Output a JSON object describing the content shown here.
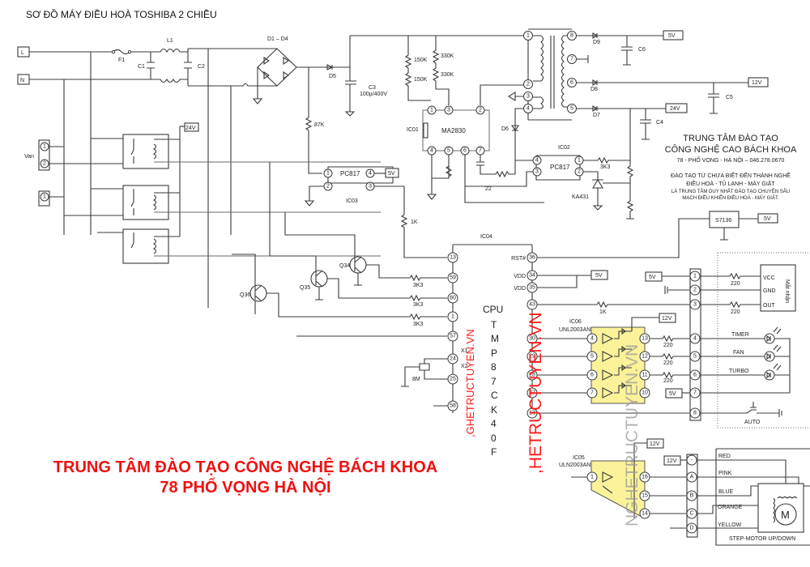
{
  "title": "SƠ ĐỒ MÁY ĐIỀU HOÀ TOSHIBA 2 CHIỀU",
  "input_terminals": {
    "live": "L",
    "neutral": "N"
  },
  "filter": {
    "fuse": "F1",
    "inductor": "L1",
    "cap1": "C1",
    "cap2": "C2"
  },
  "rectifier": {
    "bridge": "D1 – D4",
    "diode": "D5",
    "cap": "C3",
    "cap_value": "100µ/400V",
    "resistor": "87K"
  },
  "smps": {
    "resistors": [
      "150K",
      "150K",
      "330K",
      "330K"
    ],
    "ic_label": "IC01",
    "ic_name": "MA2830",
    "ic_pins": [
      "1",
      "3",
      "2",
      "4",
      "5",
      "6",
      "7"
    ],
    "diode": "D6",
    "res22": "22"
  },
  "transformer": {
    "pins_primary": [
      "1",
      "2",
      "3",
      "4"
    ],
    "pins_secondary": [
      "8",
      "7",
      "6",
      "5"
    ],
    "outputs": [
      {
        "diode": "D9",
        "cap": "C6",
        "voltage": "5V"
      },
      {
        "diode": "D8",
        "cap": "C5",
        "voltage": "12V"
      },
      {
        "diode": "D7",
        "cap": "C4",
        "voltage": "24V"
      }
    ]
  },
  "feedback": {
    "ic_label": "IC02",
    "ic_name": "PC817",
    "pins": [
      "4",
      "3",
      "1",
      "2"
    ],
    "res": "3K3",
    "shunt": "KA431"
  },
  "opto3": {
    "ic_label": "IC03",
    "ic_name": "PC817",
    "pins": [
      "1",
      "2",
      "4",
      "3"
    ],
    "vcc": "5V",
    "res": "1K"
  },
  "info": {
    "line1": "TRUNG TÂM ĐÀO TẠO",
    "line2": "CÔNG NGHỆ CAO BÁCH KHOA",
    "line3": "78 - PHỐ VỌNG - HÀ NỘI – 046.278.0670",
    "line4": "ĐÀO TẠO TỪ CHƯA BIẾT ĐẾN THÀNH NGHỀ",
    "line5": "ĐIỀU HOÀ - TỦ LẠNH - MÁY GIẶT",
    "line6": "LÀ TRUNG TÂM DUY NHẤT ĐÀO TẠO CHUYÊN SÂU",
    "line7": "MẠCH ĐIỀU KHIỂN ĐIỀU HOÀ - MÁY GIẶT."
  },
  "reset_ic": {
    "name": "S7136",
    "vcc": "5V"
  },
  "relays": {
    "van_label": "Van",
    "van_pins": [
      "1",
      "2"
    ],
    "pin3": "1",
    "supply": "24V"
  },
  "transistors": [
    "Q34",
    "Q35",
    "Q36"
  ],
  "cpu": {
    "ic_label": "IC04",
    "label": "CPU",
    "part_letters": [
      "T",
      "M",
      "P",
      "8",
      "7",
      "C",
      "K",
      "4",
      "0",
      "F"
    ],
    "left_pins": [
      "13",
      "59",
      "60",
      "1",
      "57",
      "24",
      "25",
      "58"
    ],
    "left_res": [
      "3K3",
      "3K3",
      "3K3"
    ],
    "crystal": "8M",
    "x1": "X1",
    "x2": "X2",
    "right_pins": [
      {
        "num": "36",
        "name": "RST#"
      },
      {
        "num": "34",
        "name": "VDD"
      },
      {
        "num": "35",
        "name": "VDD"
      },
      {
        "num": "43",
        "name": ""
      },
      {
        "num": "30",
        "name": ""
      },
      {
        "num": "29",
        "name": ""
      },
      {
        "num": "28",
        "name": ""
      },
      {
        "num": "27",
        "name": ""
      },
      {
        "num": "13",
        "name": ""
      }
    ],
    "vdd_supply": "5V",
    "res43": "1K"
  },
  "ic06": {
    "label": "IC06",
    "name": "UNL2003AN",
    "in_pins": [
      "4",
      "5",
      "6",
      "7"
    ],
    "out_pins": [
      "13",
      "12",
      "11",
      "10"
    ],
    "supply": "12V",
    "res": [
      "220",
      "220",
      "220"
    ],
    "pin7_supply": "5V"
  },
  "display_connector": {
    "pins": [
      "1",
      "2",
      "3",
      "4",
      "5",
      "6",
      "7",
      "8"
    ],
    "pin1_supply": "5V",
    "receiver": {
      "name": "Mắt nhận",
      "pins": [
        "VCC",
        "GND",
        "OUT"
      ],
      "res": [
        "220",
        "220"
      ]
    },
    "leds": [
      "TIMER",
      "FAN",
      "TURBO"
    ],
    "button": "AUTO"
  },
  "ic05": {
    "label": "IC05",
    "name": "ULN2003AN",
    "in_pins": [
      "1"
    ],
    "out_pins": [
      "16",
      "15",
      "14"
    ],
    "supply": "12V"
  },
  "step_motor": {
    "connector_pins": [
      "-",
      "A",
      "B",
      "C",
      "D"
    ],
    "supply": "12V",
    "wires": [
      "RED",
      "PINK",
      "BLUE",
      "ORANGE",
      "YELLOW"
    ],
    "motor": "M",
    "label": "STEP-MOTOR UP/DOWN"
  },
  "banner": {
    "line1": "TRUNG TÂM ĐÀO TẠO CÔNG NGHỆ BÁCH KHOA",
    "line2": "78 PHỐ VỌNG HÀ NỘI"
  },
  "watermarks": {
    "red_small": ",GHETRUCTUYEN.VN",
    "red_big": ",HETRUCTUYEN.VN",
    "gray": "NGHETRUCTUYEN.VN"
  },
  "colors": {
    "banner_red": "#ee1111",
    "ic_yellow": "#fbf29a",
    "wire": "#3a3a3a"
  }
}
